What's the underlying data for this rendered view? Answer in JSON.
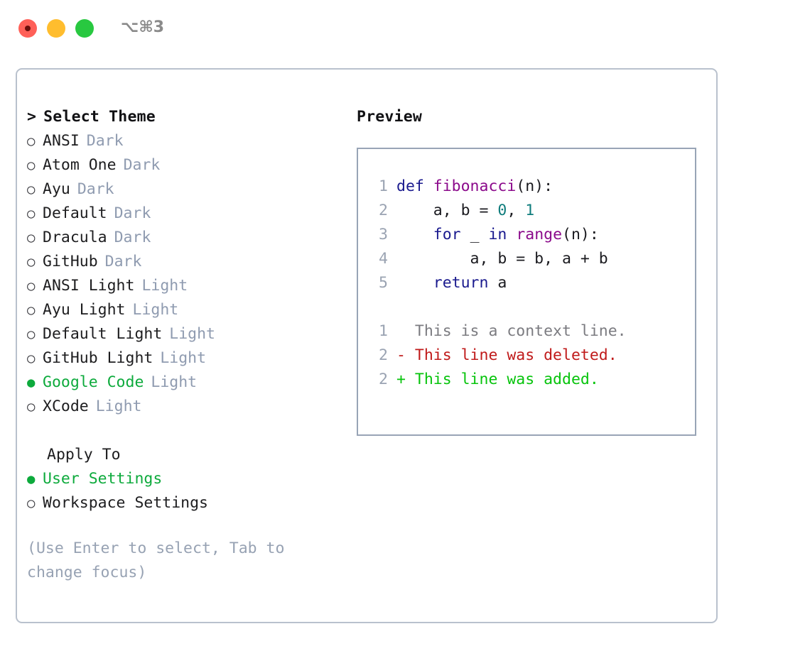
{
  "window": {
    "shortcut": "⌥⌘3",
    "traffic_lights": [
      {
        "name": "close",
        "color": "#ff6058"
      },
      {
        "name": "minimize",
        "color": "#ffbd2e"
      },
      {
        "name": "maximize",
        "color": "#28c840"
      }
    ]
  },
  "theme_picker": {
    "header": "Select Theme",
    "caret": ">",
    "bullet_on": "●",
    "bullet_off": "○",
    "options": [
      {
        "name": "ANSI",
        "tag": "Dark",
        "selected": false
      },
      {
        "name": "Atom One",
        "tag": "Dark",
        "selected": false
      },
      {
        "name": "Ayu",
        "tag": "Dark",
        "selected": false
      },
      {
        "name": "Default",
        "tag": "Dark",
        "selected": false
      },
      {
        "name": "Dracula",
        "tag": "Dark",
        "selected": false
      },
      {
        "name": "GitHub",
        "tag": "Dark",
        "selected": false
      },
      {
        "name": "ANSI Light",
        "tag": "Light",
        "selected": false
      },
      {
        "name": "Ayu Light",
        "tag": "Light",
        "selected": false
      },
      {
        "name": "Default Light",
        "tag": "Light",
        "selected": false
      },
      {
        "name": "GitHub Light",
        "tag": "Light",
        "selected": false
      },
      {
        "name": "Google Code",
        "tag": "Light",
        "selected": true
      },
      {
        "name": "XCode",
        "tag": "Light",
        "selected": false
      }
    ]
  },
  "apply_to": {
    "heading": "Apply To",
    "options": [
      {
        "name": "User Settings",
        "selected": true
      },
      {
        "name": "Workspace Settings",
        "selected": false
      }
    ]
  },
  "hint": "(Use Enter to select, Tab to change focus)",
  "preview": {
    "title": "Preview",
    "code_lines": [
      {
        "num": "1",
        "tokens": [
          {
            "t": "def ",
            "c": "kw"
          },
          {
            "t": "fibonacci",
            "c": "fn"
          },
          {
            "t": "(n):",
            "c": "pl"
          }
        ]
      },
      {
        "num": "2",
        "tokens": [
          {
            "t": "    a, b = ",
            "c": "pl"
          },
          {
            "t": "0",
            "c": "num"
          },
          {
            "t": ", ",
            "c": "pl"
          },
          {
            "t": "1",
            "c": "num"
          }
        ]
      },
      {
        "num": "3",
        "tokens": [
          {
            "t": "    ",
            "c": "pl"
          },
          {
            "t": "for",
            "c": "kw"
          },
          {
            "t": " _ ",
            "c": "pl"
          },
          {
            "t": "in",
            "c": "kw"
          },
          {
            "t": " ",
            "c": "pl"
          },
          {
            "t": "range",
            "c": "fn"
          },
          {
            "t": "(n):",
            "c": "pl"
          }
        ]
      },
      {
        "num": "4",
        "tokens": [
          {
            "t": "        a, b = b, a + b",
            "c": "pl"
          }
        ]
      },
      {
        "num": "5",
        "tokens": [
          {
            "t": "    ",
            "c": "pl"
          },
          {
            "t": "return",
            "c": "kw"
          },
          {
            "t": " a",
            "c": "pl"
          }
        ]
      }
    ],
    "diff_lines": [
      {
        "num": "1",
        "marker": "  ",
        "text": "This is a context line.",
        "kind": "ctx"
      },
      {
        "num": "2",
        "marker": "- ",
        "text": "This line was deleted.",
        "kind": "del"
      },
      {
        "num": "2",
        "marker": "+ ",
        "text": "This line was added.",
        "kind": "add"
      }
    ]
  },
  "colors": {
    "accent_green": "#0daa3c",
    "tag_gray": "#8f9bb0",
    "panel_border": "#b9c1cd",
    "preview_border": "#98a4b6",
    "keyword": "#1a1a8e",
    "function": "#8b0a8b",
    "number": "#0f7c7c",
    "diff_context": "#7b7b80",
    "diff_deleted": "#c01b1b",
    "diff_added": "#07c40c"
  }
}
